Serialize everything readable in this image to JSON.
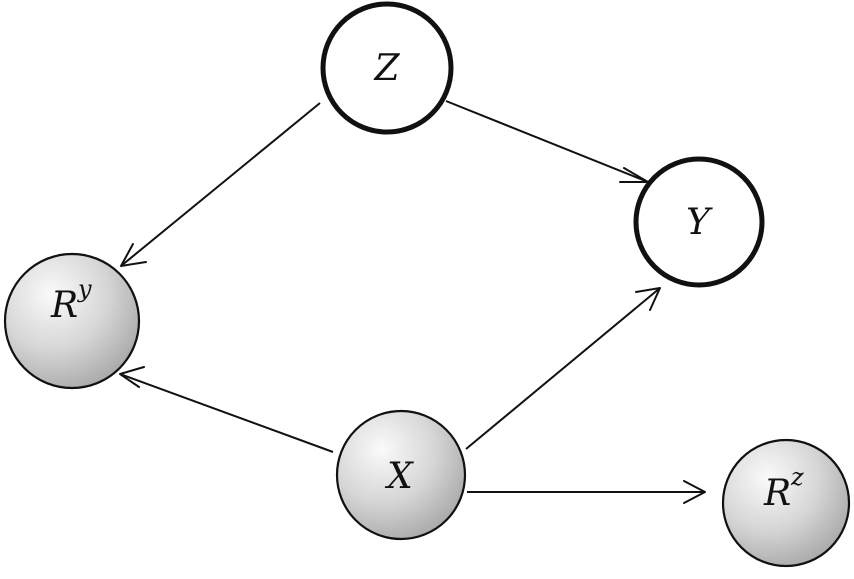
{
  "nodes": {
    "z": {
      "label": "Z",
      "sup": ""
    },
    "y": {
      "label": "Y",
      "sup": ""
    },
    "ry": {
      "label": "R",
      "sup": "y"
    },
    "x": {
      "label": "X",
      "sup": ""
    },
    "rz": {
      "label": "R",
      "sup": "z"
    }
  },
  "edges": [
    {
      "from": "Z",
      "to": "Y"
    },
    {
      "from": "Z",
      "to": "R^y"
    },
    {
      "from": "X",
      "to": "R^y"
    },
    {
      "from": "X",
      "to": "Y"
    },
    {
      "from": "X",
      "to": "R^z"
    }
  ]
}
